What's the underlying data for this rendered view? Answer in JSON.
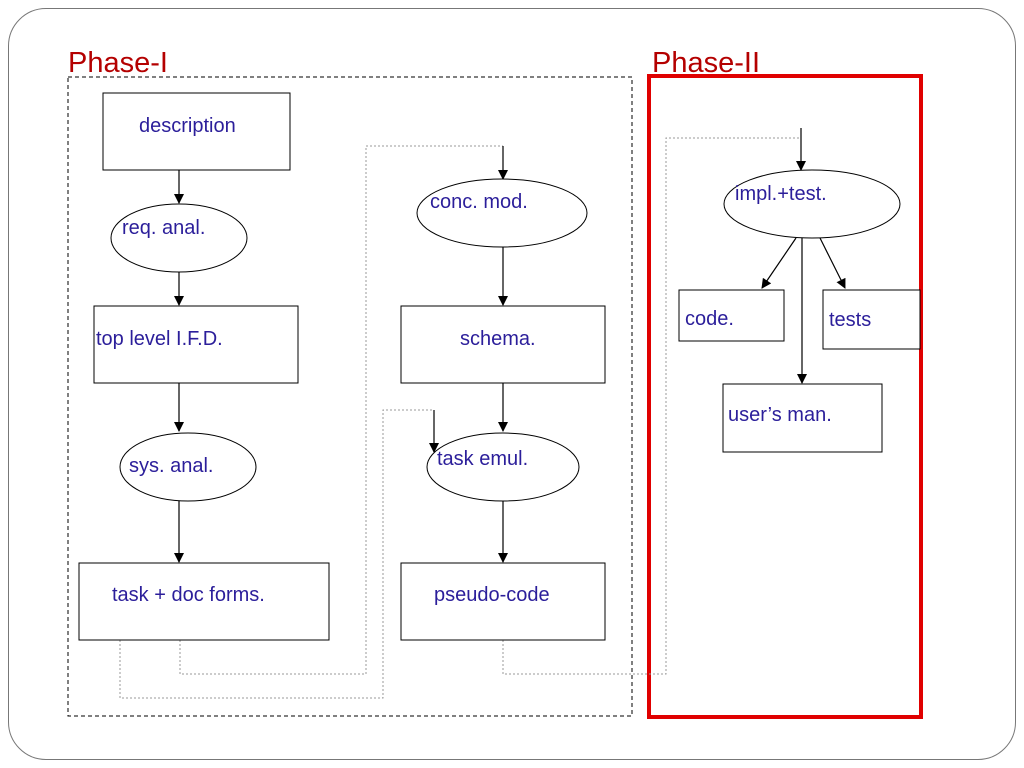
{
  "diagram": {
    "phase1_title": "Phase-I",
    "phase2_title": "Phase-II",
    "nodes": {
      "description": "description",
      "req_anal": "req. anal.",
      "top_level_ifd": "top level I.F.D.",
      "sys_anal": "sys. anal.",
      "task_doc_forms": "task + doc forms.",
      "conc_mod": "conc. mod.",
      "schema": "schema.",
      "task_emul": "task emul.",
      "pseudo_code": "pseudo-code",
      "impl_test": "impl.+test.",
      "code": "code.",
      "tests": "tests",
      "users_man": "user’s man."
    },
    "colors": {
      "text": "#2b1e9a",
      "phase_title": "#b40000",
      "phase2_border": "#e00000",
      "lines": "#000000",
      "dotted": "#999999"
    }
  }
}
